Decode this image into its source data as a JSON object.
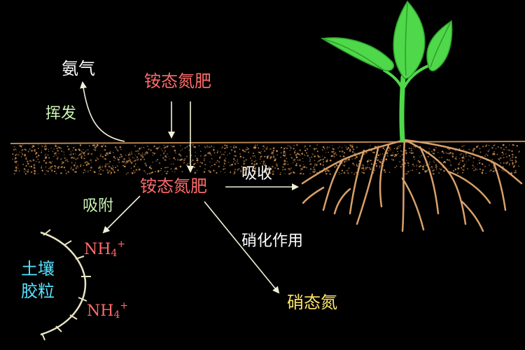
{
  "labels": {
    "ammonia_gas": "氨气",
    "volatilize": "挥发",
    "fertilizer_top": "铵态氮肥",
    "fertilizer_soil": "铵态氮肥",
    "absorb": "吸收",
    "adsorb": "吸附",
    "nitrification": "硝化作用",
    "nitrate_nitrogen": "硝态氮",
    "soil_colloid_line1": "土壤",
    "soil_colloid_line2": "胶粒"
  },
  "ions": {
    "ion_top": {
      "base": "NH",
      "sub": "4",
      "sup": "+"
    },
    "ion_bottom": {
      "base": "NH",
      "sub": "4",
      "sup": "+"
    }
  },
  "colors": {
    "background": "#000000",
    "fertilizer": "#ff6b6b",
    "process": "#c9f5b2",
    "colloid": "#57e3ff",
    "nitrate": "#ffe66b",
    "soil": "#c98a4e",
    "root": "#d9a06a",
    "leaf": "#4fd84a",
    "arrow": "#f2f0d8"
  }
}
